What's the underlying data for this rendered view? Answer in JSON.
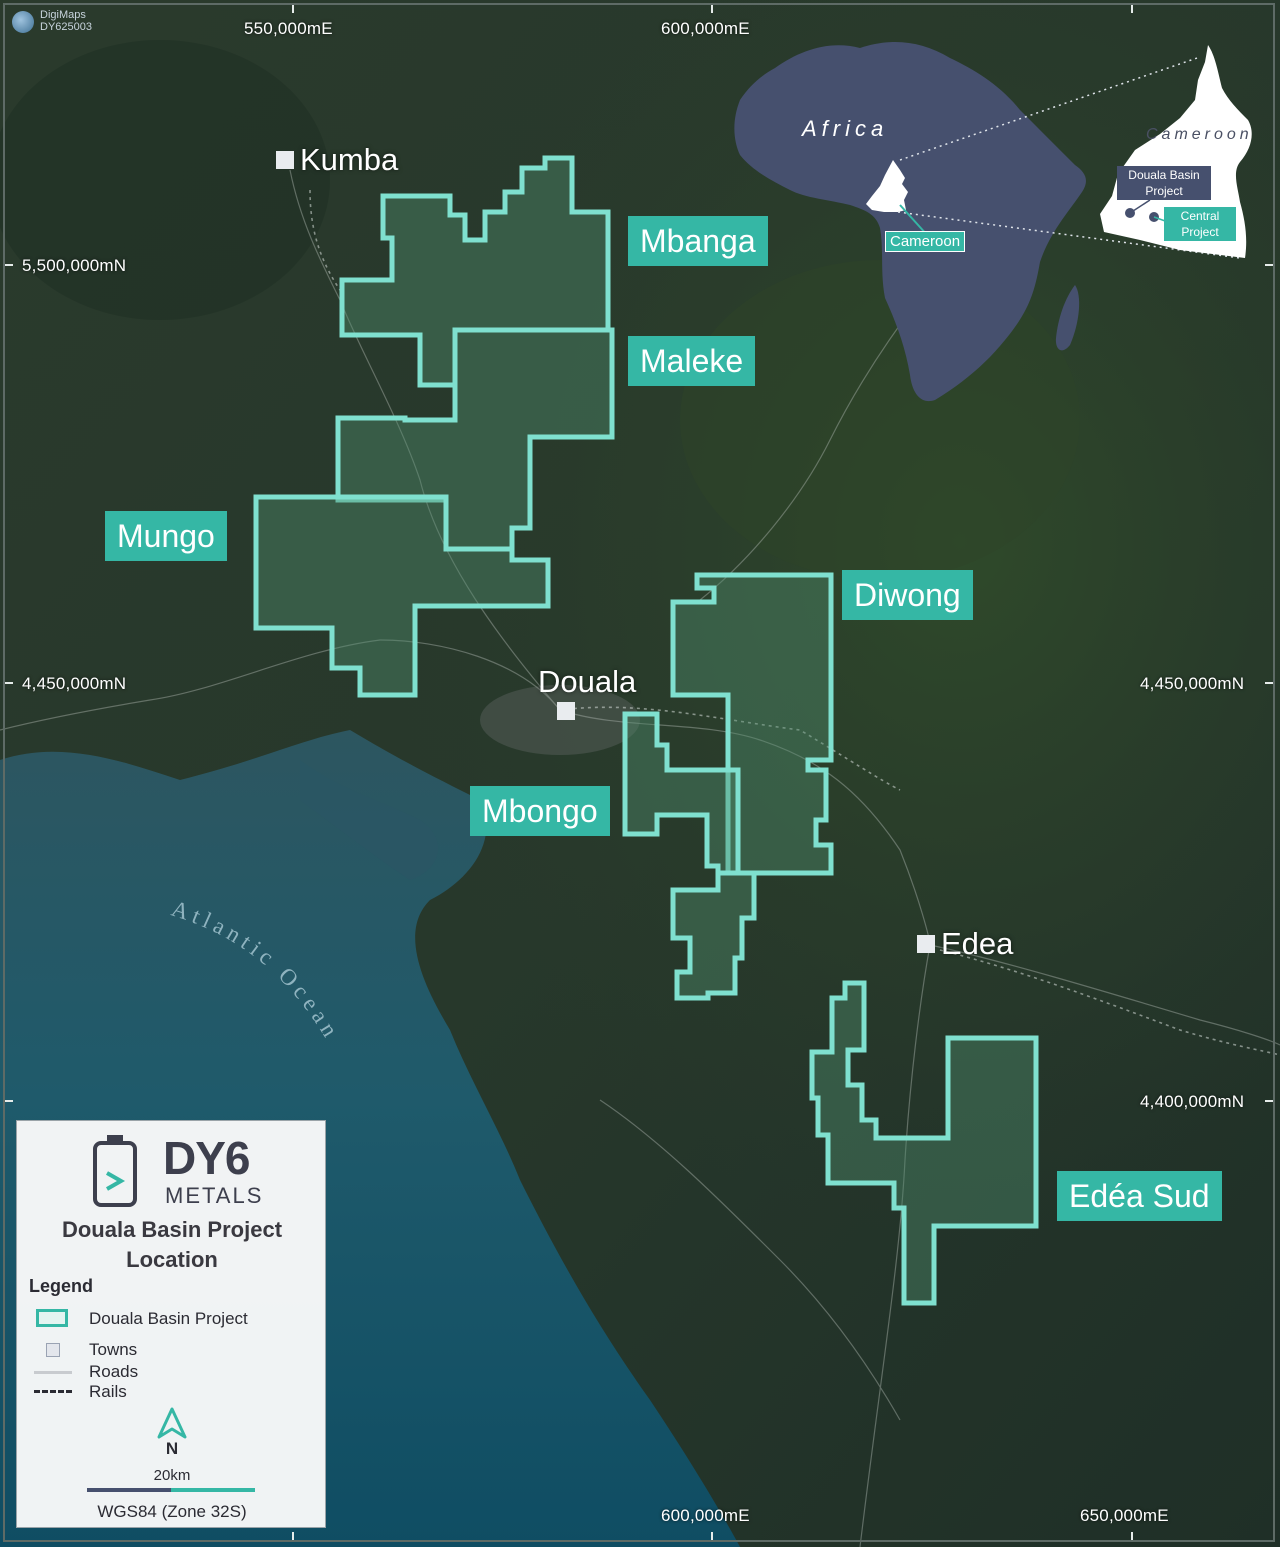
{
  "watermark": {
    "line1": "DigiMaps",
    "line2": "DY625003"
  },
  "grid": {
    "easting_top": [
      "550,000mE",
      "600,000mE"
    ],
    "easting_bottom": [
      "600,000mE",
      "650,000mE"
    ],
    "northing_left": [
      "5,500,000mN",
      "4,450,000mN"
    ],
    "northing_right": [
      "4,450,000mN",
      "4,400,000mN"
    ]
  },
  "towns": [
    "Kumba",
    "Douala",
    "Edea"
  ],
  "projects": [
    "Mbanga",
    "Maleke",
    "Mungo",
    "Diwong",
    "Mbongo",
    "Edéa Sud"
  ],
  "ocean_label": "Atlantic Ocean",
  "inset": {
    "continent": "Africa",
    "country_label": "Cameroon",
    "country_title": "Cameroon",
    "douala_basin": "Douala Basin Project",
    "central": "Central Project"
  },
  "legend": {
    "brand": "DY6",
    "brand_sub": "METALS",
    "title_line1": "Douala Basin Project",
    "title_line2": "Location",
    "header": "Legend",
    "items": [
      "Douala Basin Project",
      "Towns",
      "Roads",
      "Rails"
    ],
    "north": "N",
    "scale": "20km",
    "crs": "WGS84 (Zone 32S)"
  },
  "colors": {
    "accent": "#35b7a5",
    "tenement_outline": "#7fe0cf",
    "africa_fill": "#46506e",
    "cameroon_fill": "#ffffff"
  }
}
